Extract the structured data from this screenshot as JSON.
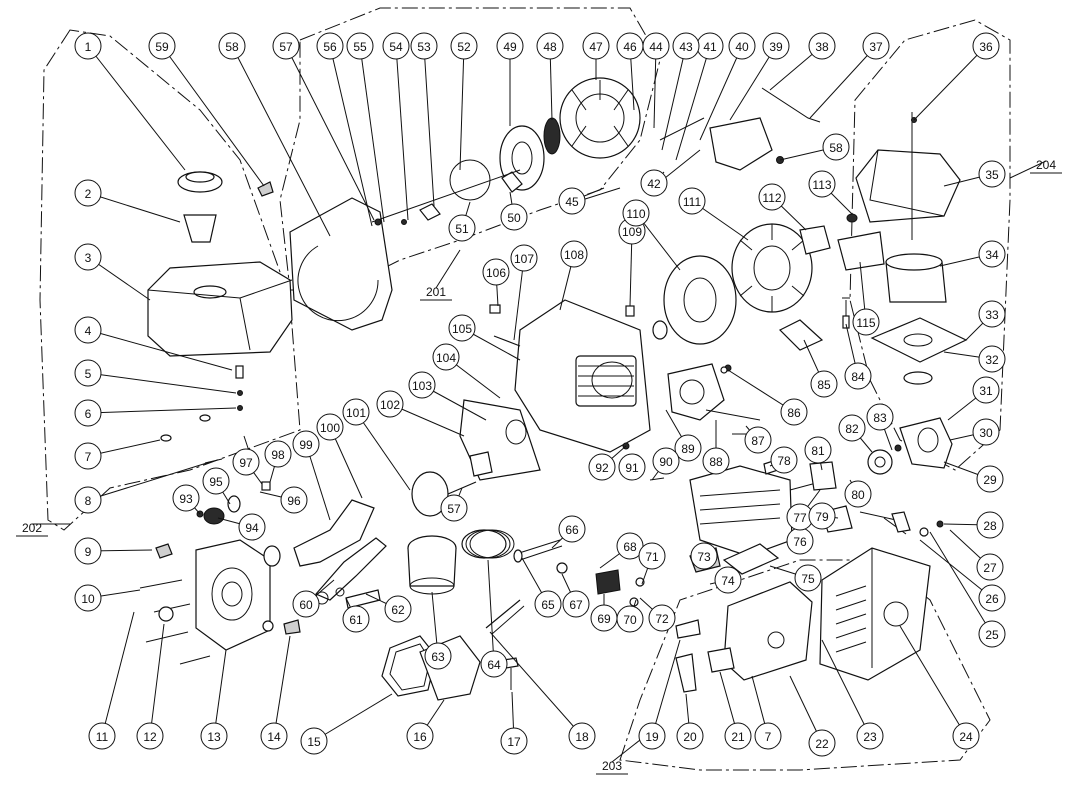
{
  "callouts": [
    {
      "label": "1"
    },
    {
      "label": "2"
    },
    {
      "label": "3"
    },
    {
      "label": "4"
    },
    {
      "label": "5"
    },
    {
      "label": "6"
    },
    {
      "label": "7"
    },
    {
      "label": "8"
    },
    {
      "label": "9"
    },
    {
      "label": "10"
    },
    {
      "label": "11"
    },
    {
      "label": "12"
    },
    {
      "label": "13"
    },
    {
      "label": "14"
    },
    {
      "label": "15"
    },
    {
      "label": "16"
    },
    {
      "label": "17"
    },
    {
      "label": "18"
    },
    {
      "label": "19"
    },
    {
      "label": "20"
    },
    {
      "label": "21"
    },
    {
      "label": "7"
    },
    {
      "label": "22"
    },
    {
      "label": "23"
    },
    {
      "label": "24"
    },
    {
      "label": "25"
    },
    {
      "label": "26"
    },
    {
      "label": "27"
    },
    {
      "label": "28"
    },
    {
      "label": "29"
    },
    {
      "label": "30"
    },
    {
      "label": "31"
    },
    {
      "label": "32"
    },
    {
      "label": "33"
    },
    {
      "label": "34"
    },
    {
      "label": "35"
    },
    {
      "label": "36"
    },
    {
      "label": "37"
    },
    {
      "label": "38"
    },
    {
      "label": "39"
    },
    {
      "label": "40"
    },
    {
      "label": "41"
    },
    {
      "label": "42"
    },
    {
      "label": "43"
    },
    {
      "label": "44"
    },
    {
      "label": "45"
    },
    {
      "label": "46"
    },
    {
      "label": "47"
    },
    {
      "label": "48"
    },
    {
      "label": "49"
    },
    {
      "label": "50"
    },
    {
      "label": "51"
    },
    {
      "label": "52"
    },
    {
      "label": "53"
    },
    {
      "label": "54"
    },
    {
      "label": "55"
    },
    {
      "label": "56"
    },
    {
      "label": "57"
    },
    {
      "label": "58"
    },
    {
      "label": "59"
    },
    {
      "label": "60"
    },
    {
      "label": "61"
    },
    {
      "label": "62"
    },
    {
      "label": "63"
    },
    {
      "label": "64"
    },
    {
      "label": "65"
    },
    {
      "label": "66"
    },
    {
      "label": "67"
    },
    {
      "label": "68"
    },
    {
      "label": "69"
    },
    {
      "label": "70"
    },
    {
      "label": "71"
    },
    {
      "label": "72"
    },
    {
      "label": "73"
    },
    {
      "label": "74"
    },
    {
      "label": "75"
    },
    {
      "label": "76"
    },
    {
      "label": "77"
    },
    {
      "label": "78"
    },
    {
      "label": "79"
    },
    {
      "label": "80"
    },
    {
      "label": "81"
    },
    {
      "label": "82"
    },
    {
      "label": "83"
    },
    {
      "label": "84"
    },
    {
      "label": "85"
    },
    {
      "label": "86"
    },
    {
      "label": "87"
    },
    {
      "label": "88"
    },
    {
      "label": "89"
    },
    {
      "label": "90"
    },
    {
      "label": "91"
    },
    {
      "label": "92"
    },
    {
      "label": "93"
    },
    {
      "label": "94"
    },
    {
      "label": "95"
    },
    {
      "label": "96"
    },
    {
      "label": "97"
    },
    {
      "label": "98"
    },
    {
      "label": "99"
    },
    {
      "label": "100"
    },
    {
      "label": "101"
    },
    {
      "label": "102"
    },
    {
      "label": "103"
    },
    {
      "label": "104"
    },
    {
      "label": "105"
    },
    {
      "label": "106"
    },
    {
      "label": "107"
    },
    {
      "label": "108"
    },
    {
      "label": "109"
    },
    {
      "label": "110"
    },
    {
      "label": "111"
    },
    {
      "label": "112"
    },
    {
      "label": "113"
    },
    {
      "label": "115"
    },
    {
      "label": "57"
    },
    {
      "label": "58"
    }
  ],
  "groups": [
    {
      "label": "201"
    },
    {
      "label": "202"
    },
    {
      "label": "203"
    },
    {
      "label": "204"
    }
  ]
}
